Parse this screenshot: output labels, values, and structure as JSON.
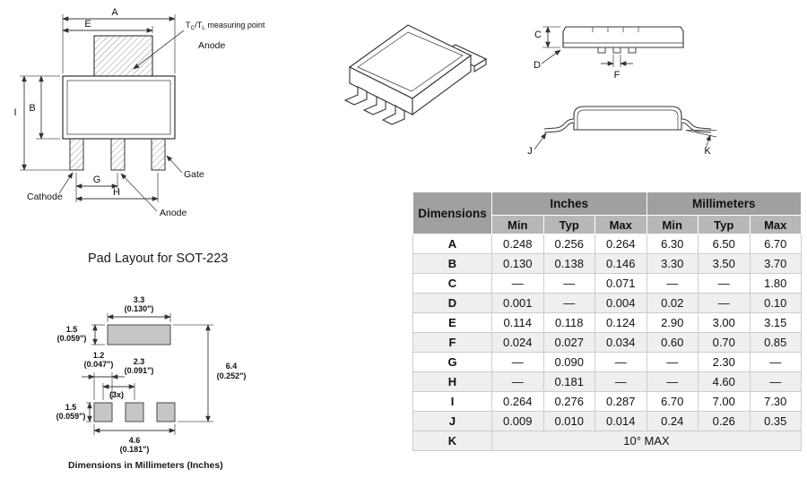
{
  "front_view": {
    "dims": {
      "a": "A",
      "e": "E",
      "b": "B",
      "i": "I",
      "g": "G",
      "h": "H"
    },
    "measuring_point": {
      "t1": "T",
      "s1": "C",
      "t2": "/T",
      "s2": "L",
      "t3": " measuring point"
    },
    "pins": {
      "anode_top": "Anode",
      "cathode": "Cathode",
      "gate": "Gate",
      "anode_bottom": "Anode"
    }
  },
  "side_views": {
    "dims": {
      "c": "C",
      "d": "D",
      "f": "F",
      "j": "J",
      "k": "K"
    }
  },
  "pad_layout": {
    "title": "Pad Layout for SOT-223",
    "dims": {
      "tab_width_mm": "3.3",
      "tab_width_in": "(0.130\")",
      "tab_height_mm": "1.5",
      "tab_height_in": "(0.059\")",
      "pad_width_mm": "1.2",
      "pad_width_in": "(0.047\")",
      "pad_pitch_mm": "2.3",
      "pad_pitch_in": "(0.091\")",
      "pad_count": "(3x)",
      "overall_height_mm": "6.4",
      "overall_height_in": "(0.252\")",
      "pad_height_mm": "1.5",
      "pad_height_in": "(0.059\")",
      "span_mm": "4.6",
      "span_in": "(0.181\")"
    },
    "footnote": "Dimensions in Millimeters (Inches)"
  },
  "table": {
    "col_dimensions": "Dimensions",
    "group_inches": "Inches",
    "group_millimeters": "Millimeters",
    "subheaders": [
      "Min",
      "Typ",
      "Max",
      "Min",
      "Typ",
      "Max"
    ],
    "rows": [
      {
        "dim": "A",
        "values": [
          "0.248",
          "0.256",
          "0.264",
          "6.30",
          "6.50",
          "6.70"
        ]
      },
      {
        "dim": "B",
        "values": [
          "0.130",
          "0.138",
          "0.146",
          "3.30",
          "3.50",
          "3.70"
        ]
      },
      {
        "dim": "C",
        "values": [
          "—",
          "—",
          "0.071",
          "—",
          "—",
          "1.80"
        ]
      },
      {
        "dim": "D",
        "values": [
          "0.001",
          "—",
          "0.004",
          "0.02",
          "—",
          "0.10"
        ]
      },
      {
        "dim": "E",
        "values": [
          "0.114",
          "0.118",
          "0.124",
          "2.90",
          "3.00",
          "3.15"
        ]
      },
      {
        "dim": "F",
        "values": [
          "0.024",
          "0.027",
          "0.034",
          "0.60",
          "0.70",
          "0.85"
        ]
      },
      {
        "dim": "G",
        "values": [
          "—",
          "0.090",
          "—",
          "—",
          "2.30",
          "—"
        ]
      },
      {
        "dim": "H",
        "values": [
          "—",
          "0.181",
          "—",
          "—",
          "4.60",
          "—"
        ]
      },
      {
        "dim": "I",
        "values": [
          "0.264",
          "0.276",
          "0.287",
          "6.70",
          "7.00",
          "7.30"
        ]
      },
      {
        "dim": "J",
        "values": [
          "0.009",
          "0.010",
          "0.014",
          "0.24",
          "0.26",
          "0.35"
        ]
      },
      {
        "dim": "K",
        "span": "10° MAX"
      }
    ]
  }
}
